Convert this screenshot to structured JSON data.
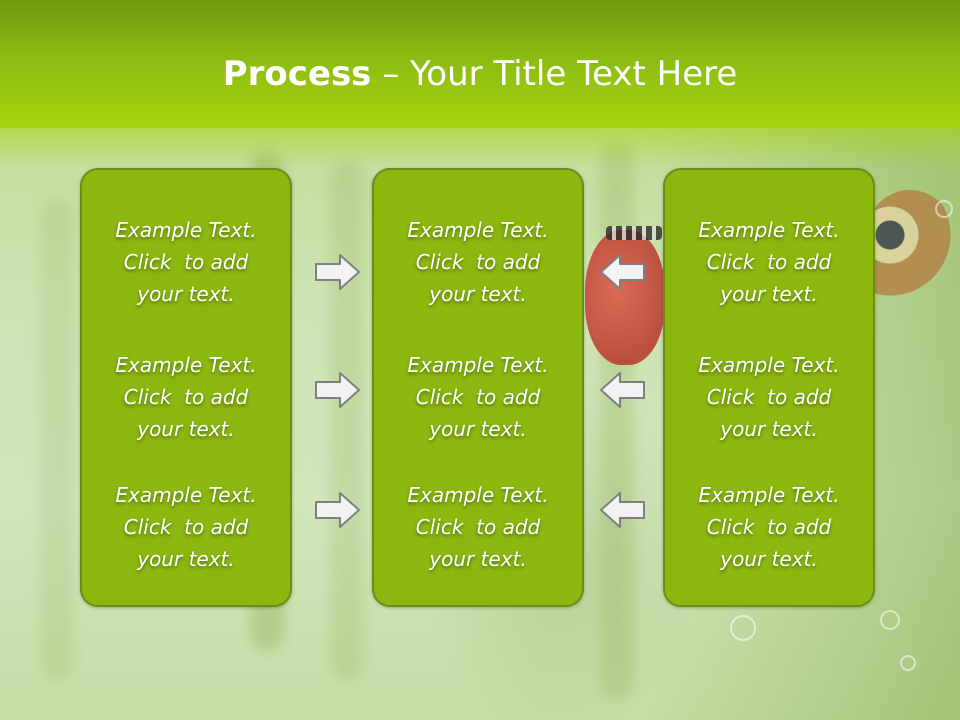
{
  "slide": {
    "title_bold": "Process",
    "title_rest": " – Your Title Text Here"
  },
  "columns": [
    {
      "items": [
        "Example Text.\nClick  to add\nyour text.",
        "Example Text.\nClick  to add\nyour text.",
        "Example Text.\nClick  to add\nyour text."
      ]
    },
    {
      "items": [
        "Example Text.\nClick  to add\nyour text.",
        "Example Text.\nClick  to add\nyour text.",
        "Example Text.\nClick  to add\nyour text."
      ]
    },
    {
      "items": [
        "Example Text.\nClick  to add\nyour text.",
        "Example Text.\nClick  to add\nyour text.",
        "Example Text.\nClick  to add\nyour text."
      ]
    }
  ],
  "arrows": {
    "left_group": [
      "arrow-right-icon",
      "arrow-right-icon",
      "arrow-right-icon"
    ],
    "right_group": [
      "arrow-left-icon",
      "arrow-left-icon",
      "arrow-left-icon"
    ]
  },
  "colors": {
    "header": "#8cbb12",
    "box_fill": "#8cb70f",
    "box_border": "#6c8d1a",
    "text": "#ffffff"
  }
}
